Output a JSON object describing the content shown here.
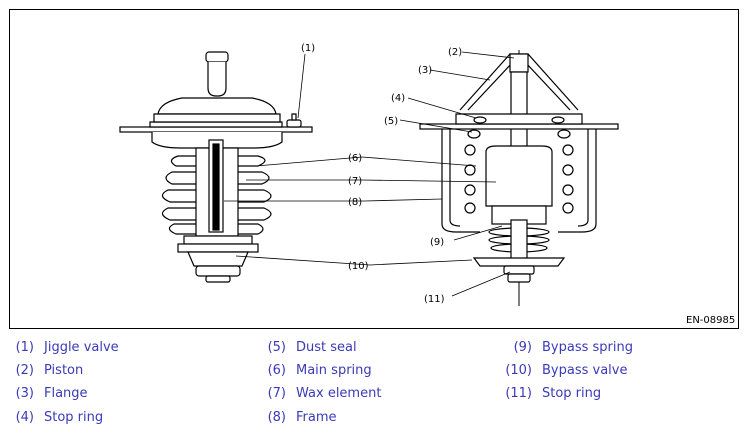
{
  "figure": {
    "code": "EN-08985",
    "callouts": [
      "(1)",
      "(2)",
      "(3)",
      "(4)",
      "(5)",
      "(6)",
      "(7)",
      "(8)",
      "(9)",
      "(10)",
      "(11)"
    ]
  },
  "legend": {
    "items": [
      {
        "num": "(1)",
        "label": "Jiggle valve"
      },
      {
        "num": "(2)",
        "label": "Piston"
      },
      {
        "num": "(3)",
        "label": "Flange"
      },
      {
        "num": "(4)",
        "label": "Stop ring"
      },
      {
        "num": "(5)",
        "label": "Dust seal"
      },
      {
        "num": "(6)",
        "label": "Main spring"
      },
      {
        "num": "(7)",
        "label": "Wax element"
      },
      {
        "num": "(8)",
        "label": "Frame"
      },
      {
        "num": "(9)",
        "label": "Bypass spring"
      },
      {
        "num": "(10)",
        "label": "Bypass valve"
      },
      {
        "num": "(11)",
        "label": "Stop ring"
      }
    ]
  },
  "colors": {
    "legend_text": "#3a3ab8",
    "line": "#000000",
    "background": "#ffffff"
  }
}
